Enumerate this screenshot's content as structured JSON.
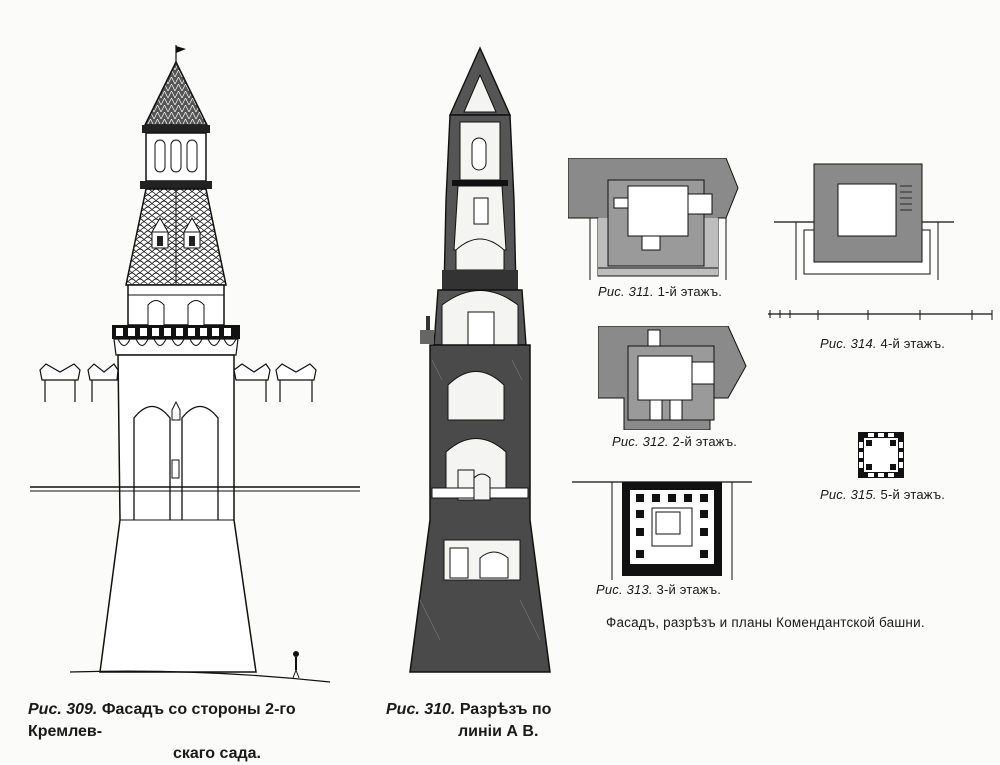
{
  "figures": {
    "fig309": {
      "num": "Рис. 309.",
      "text_line1": "Фасадъ со стороны 2-го Кремлев-",
      "text_line2": "скаго сада."
    },
    "fig310": {
      "num": "Рис. 310.",
      "text_line1": "Разрѣзъ по",
      "text_line2": "линiи А В."
    },
    "fig311": {
      "num": "Рис. 311.",
      "text": "1-й этажъ."
    },
    "fig312": {
      "num": "Рис. 312.",
      "text": "2-й этажъ."
    },
    "fig313": {
      "num": "Рис. 313.",
      "text": "3-й этажъ."
    },
    "fig314": {
      "num": "Рис. 314.",
      "text": "4-й этажъ."
    },
    "fig315": {
      "num": "Рис. 315.",
      "text": "5-й этажъ."
    }
  },
  "summary_caption": "Фасадъ, разрѣзъ и планы Комендантской башни."
}
